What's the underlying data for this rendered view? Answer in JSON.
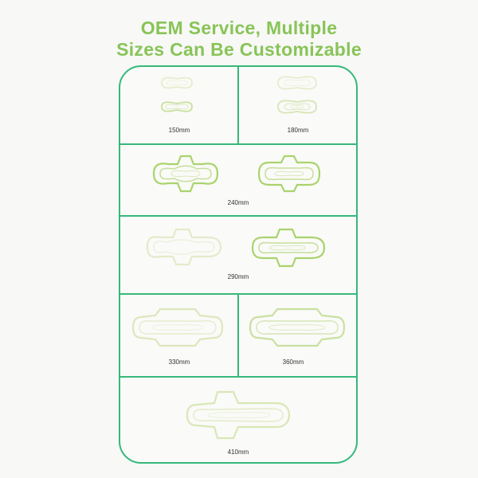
{
  "headline": {
    "line1": "OEM Service, Multiple",
    "line2": "Sizes Can Be Customizable"
  },
  "colors": {
    "headline": "#88c458",
    "frame_border": "#36b87a",
    "pad_outline_light": "#dfe9c2",
    "pad_outline_dark": "#a9d46d",
    "label_text": "#333333"
  },
  "sizes": [
    {
      "label": "150mm",
      "pads": 2
    },
    {
      "label": "180mm",
      "pads": 2
    },
    {
      "label": "240mm",
      "pads": 2
    },
    {
      "label": "290mm",
      "pads": 2
    },
    {
      "label": "330mm",
      "pads": 1
    },
    {
      "label": "360mm",
      "pads": 1
    },
    {
      "label": "410mm",
      "pads": 1
    }
  ]
}
